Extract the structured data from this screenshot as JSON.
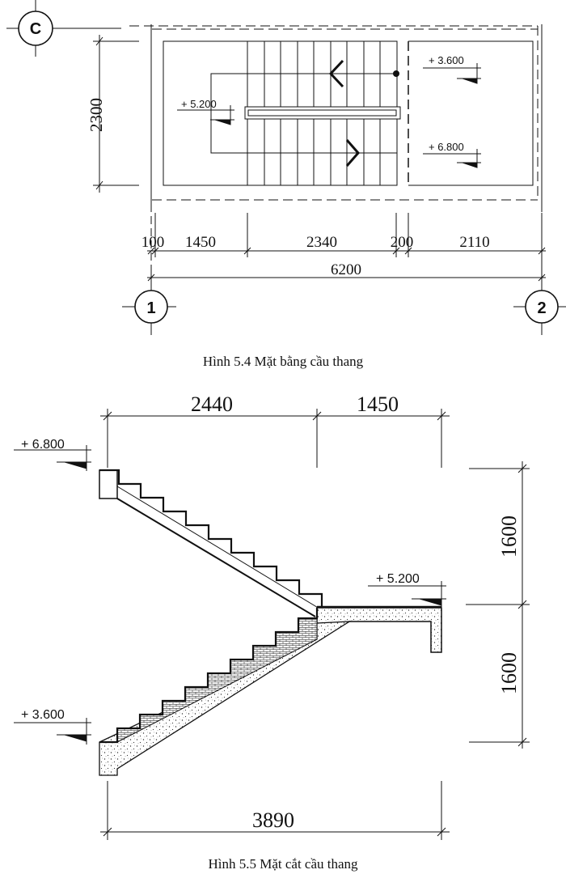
{
  "figure_plan": {
    "caption": "Hình 5.4 Mặt bằng cầu thang",
    "grid_labels": {
      "row": "C",
      "col_left": "1",
      "col_right": "2"
    },
    "dimensions_horizontal": [
      "100",
      "1450",
      "2340",
      "200",
      "2110"
    ],
    "dimension_total": "6200",
    "dimension_vertical": "2300",
    "levels": [
      "+ 5.200",
      "+ 3.600",
      "+ 6.800"
    ]
  },
  "figure_section": {
    "caption": "Hình 5.5 Mặt cắt cầu thang",
    "dimensions_top": [
      "2440",
      "1450"
    ],
    "dimensions_right": [
      "1600",
      "1600"
    ],
    "dimension_bottom": "3890",
    "levels": [
      "+ 6.800",
      "+ 5.200",
      "+ 3.600"
    ]
  }
}
